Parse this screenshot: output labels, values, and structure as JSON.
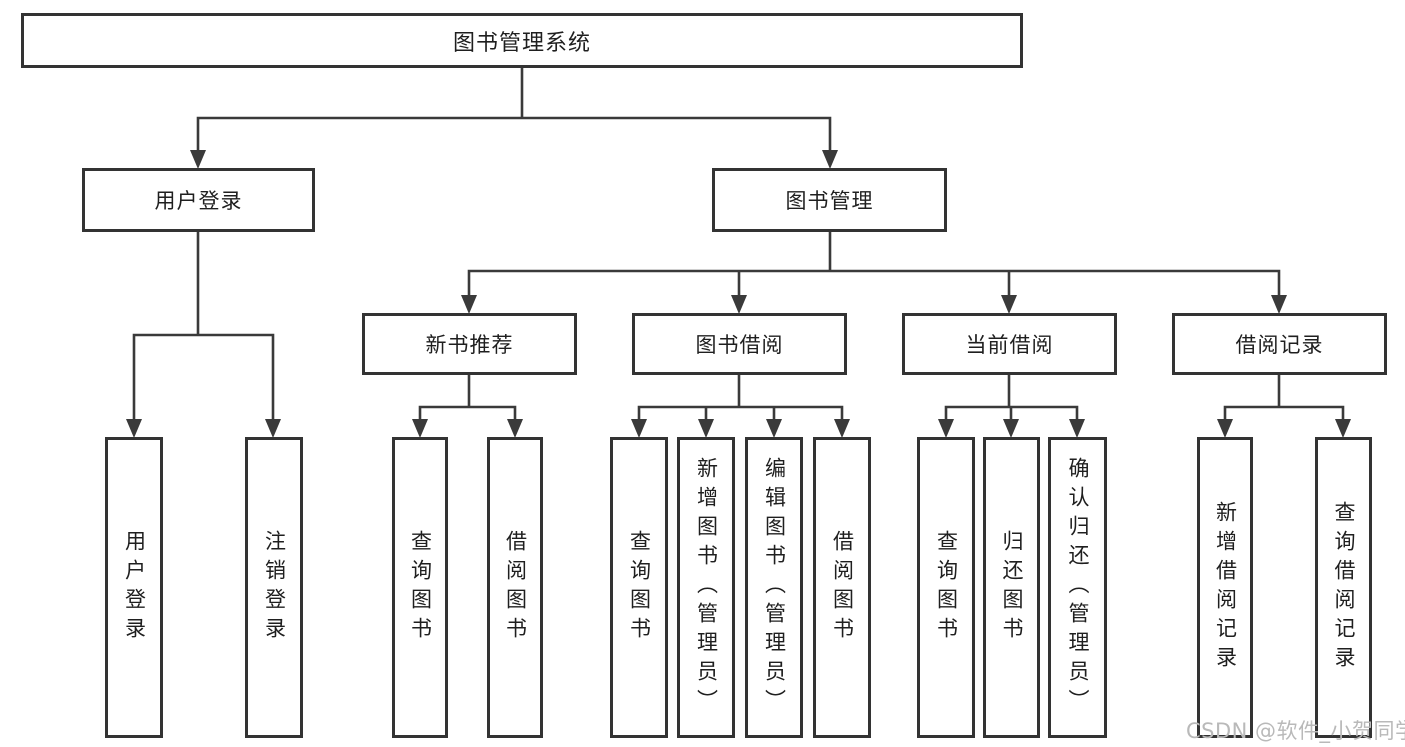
{
  "nodes": {
    "root": {
      "label": "图书管理系统"
    },
    "user_login": {
      "label": "用户登录",
      "children": [
        {
          "label": "用户登录"
        },
        {
          "label": "注销登录"
        }
      ]
    },
    "book_management": {
      "label": "图书管理",
      "children": [
        {
          "label": "新书推荐",
          "children": [
            {
              "label": "查询图书"
            },
            {
              "label": "借阅图书"
            }
          ]
        },
        {
          "label": "图书借阅",
          "children": [
            {
              "label": "查询图书"
            },
            {
              "label": "新增图书（管理员）"
            },
            {
              "label": "编辑图书（管理员）"
            },
            {
              "label": "借阅图书"
            }
          ]
        },
        {
          "label": "当前借阅",
          "children": [
            {
              "label": "查询图书"
            },
            {
              "label": "归还图书"
            },
            {
              "label": "确认归还（管理员）"
            }
          ]
        },
        {
          "label": "借阅记录",
          "children": [
            {
              "label": "新增借阅记录"
            },
            {
              "label": "查询借阅记录"
            }
          ]
        }
      ]
    }
  },
  "watermark": "CSDN @软件_小贺同学",
  "colors": {
    "line": "#3a3a3a",
    "box_border": "#333333",
    "text": "#1f1f1f",
    "watermark": "#b9b9b9",
    "background": "#ffffff"
  }
}
